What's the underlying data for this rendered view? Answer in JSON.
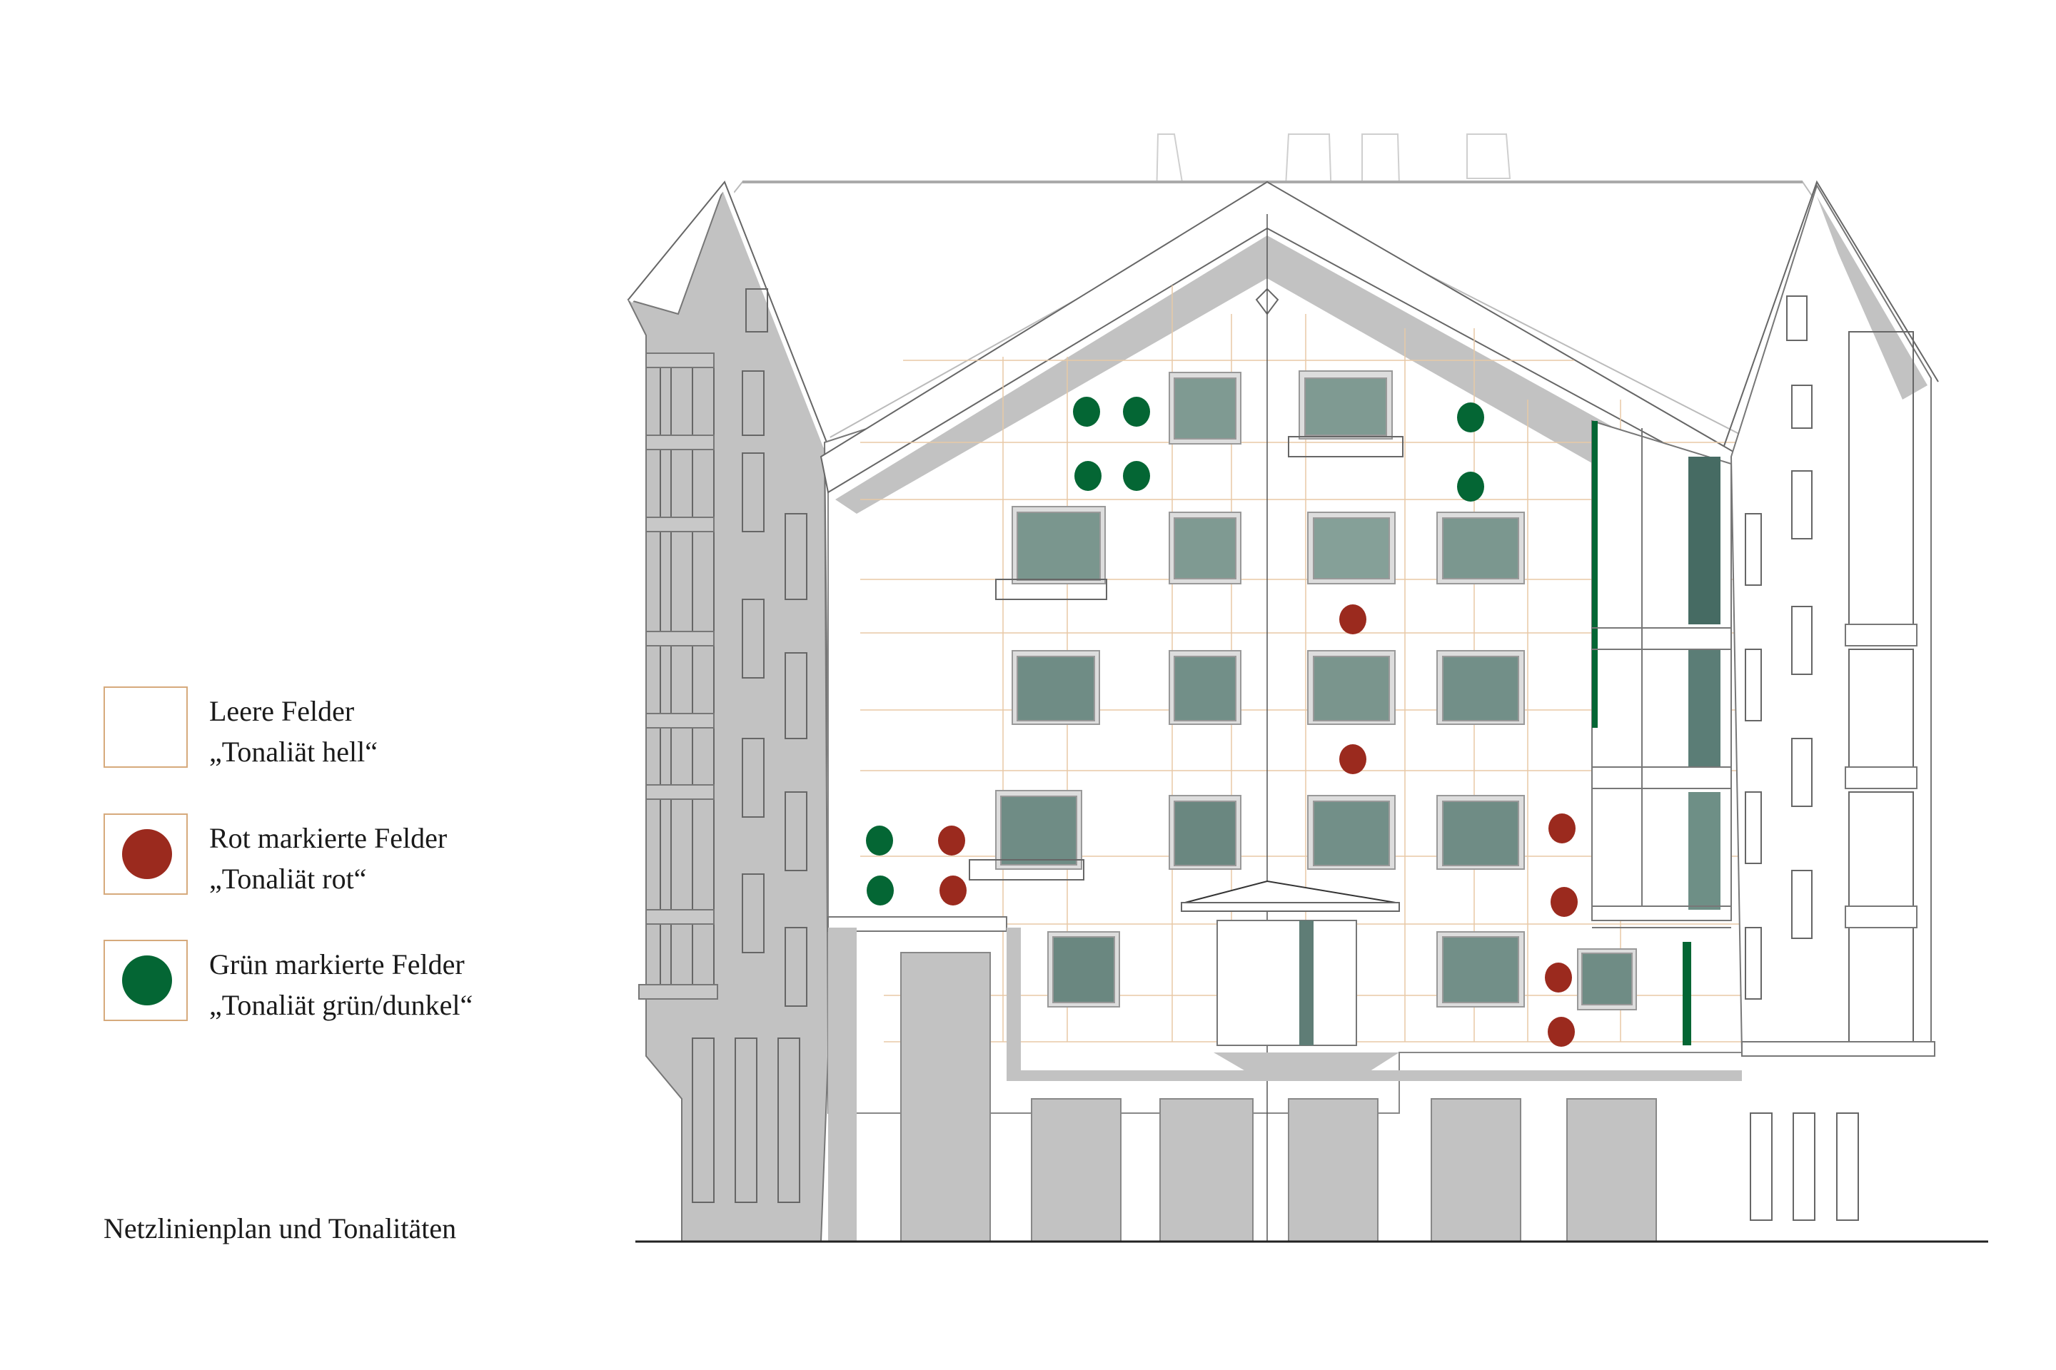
{
  "legend": {
    "items": [
      {
        "title": "Leere Felder",
        "subtitle": "„Tonaliät hell“",
        "marker": "none"
      },
      {
        "title": "Rot markierte Felder",
        "subtitle": "„Tonaliät rot“",
        "marker": "red-dot"
      },
      {
        "title": "Grün markierte Felder",
        "subtitle": "„Tonaliät grün/dunkel“",
        "marker": "green-dot"
      }
    ]
  },
  "caption": "Netzlinienplan und Tonalitäten",
  "colors": {
    "red": "#9b2a1e",
    "green": "#046634",
    "grid": "#e8c9a6",
    "legend_border": "#d6aa7c",
    "shadow_grey": "#c0c0c0",
    "glass": "#7f9a92",
    "line": "#555555"
  },
  "markers": {
    "green": [
      [
        1522,
        577
      ],
      [
        1592,
        577
      ],
      [
        1524,
        667
      ],
      [
        1592,
        667
      ],
      [
        2060,
        585
      ],
      [
        2060,
        682
      ],
      [
        1232,
        1178
      ],
      [
        1233,
        1248
      ]
    ],
    "red": [
      [
        1895,
        868
      ],
      [
        1895,
        1064
      ],
      [
        1333,
        1178
      ],
      [
        1335,
        1248
      ],
      [
        2188,
        1161
      ],
      [
        2191,
        1264
      ],
      [
        2183,
        1370
      ],
      [
        2187,
        1446
      ]
    ]
  }
}
